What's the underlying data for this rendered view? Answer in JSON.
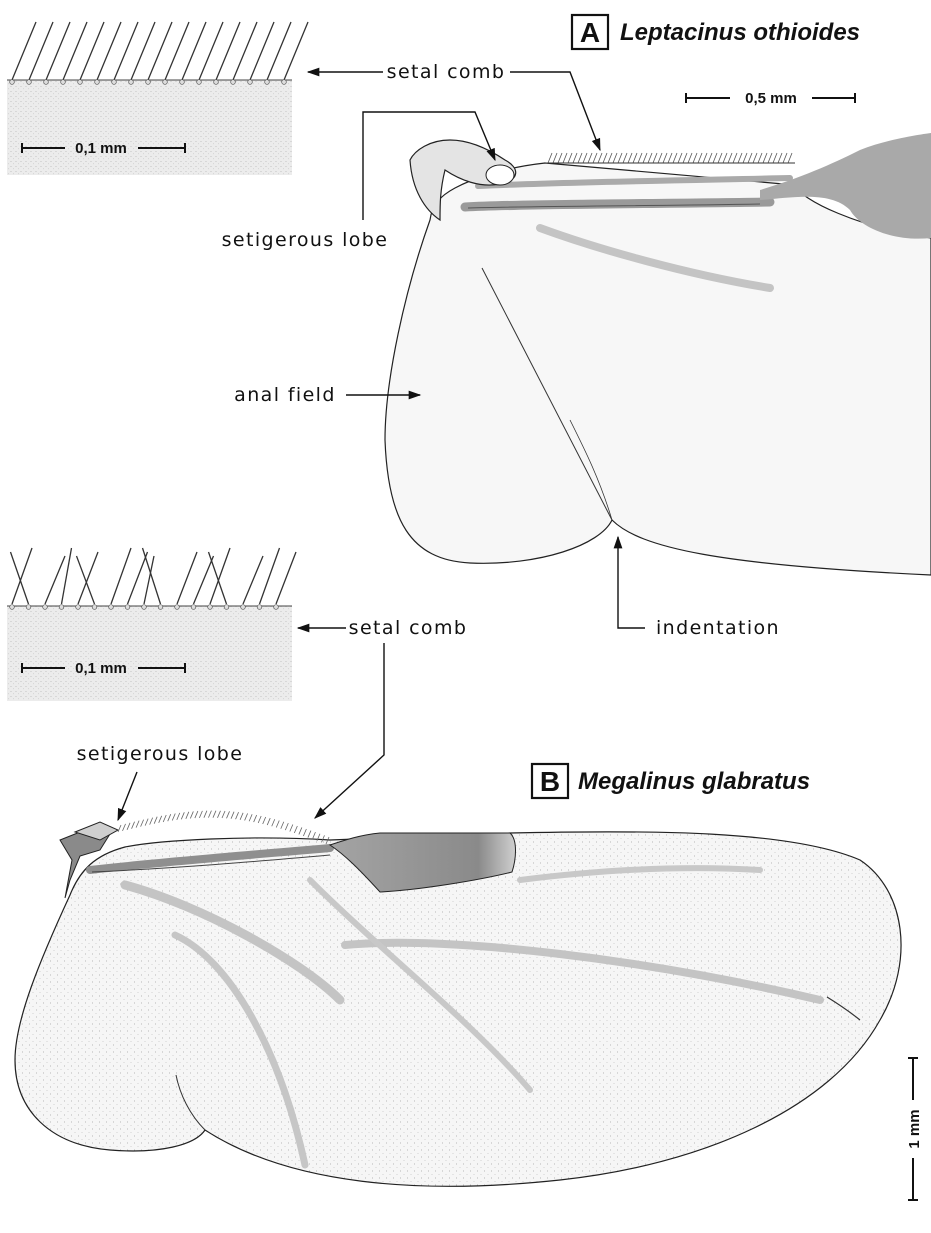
{
  "panel_a": {
    "letter": "A",
    "species": "Leptacinus othioides",
    "scale_main": "0,5 mm",
    "scale_inset": "0,1 mm",
    "labels": {
      "setal_comb": "setal comb",
      "setigerous_lobe": "setigerous lobe",
      "anal_field": "anal field",
      "indentation": "indentation"
    }
  },
  "panel_b": {
    "letter": "B",
    "species": "Megalinus glabratus",
    "scale_main": "1 mm",
    "scale_inset": "0,1 mm",
    "labels": {
      "setal_comb": "setal comb",
      "setigerous_lobe": "setigerous lobe"
    }
  },
  "colors": {
    "line": "#1a1a1a",
    "wing_fill": "#f4f4f4",
    "vein": "#bdbdbd",
    "dark_vein": "#8f8f8f",
    "inset_bg": "#ededed"
  }
}
